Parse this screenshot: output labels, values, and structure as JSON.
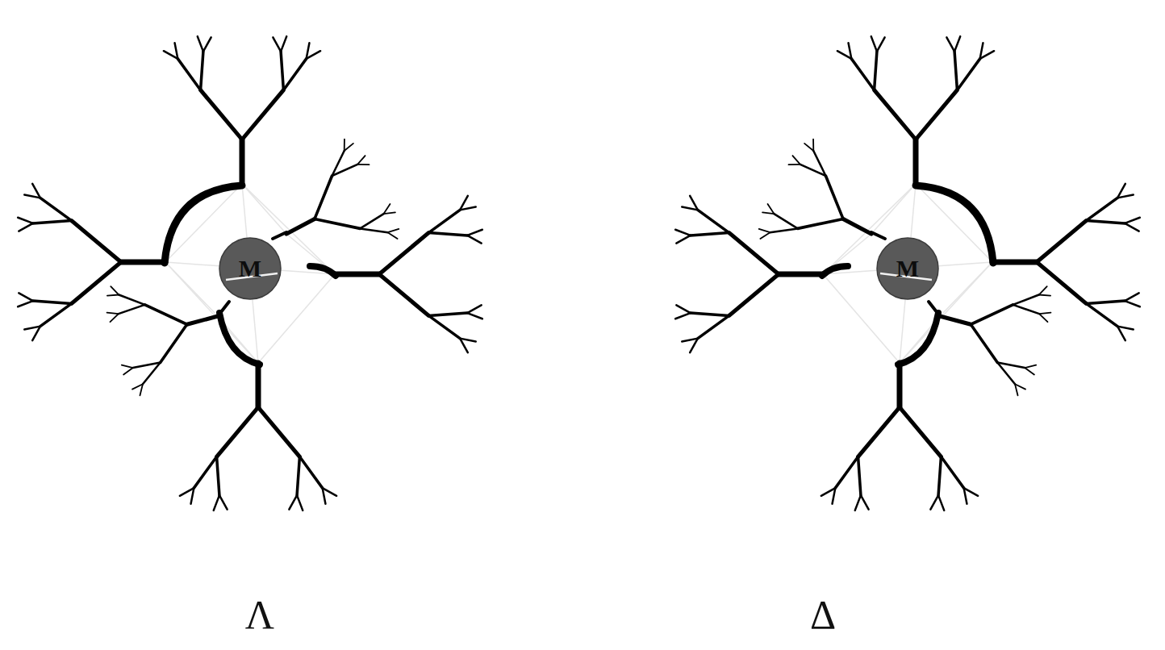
{
  "diagram": {
    "nodes": [
      {
        "text": [
          "M"
        ]
      },
      {
        "text": [
          "M"
        ]
      }
    ],
    "labels": [
      "Λ",
      "Δ"
    ]
  }
}
